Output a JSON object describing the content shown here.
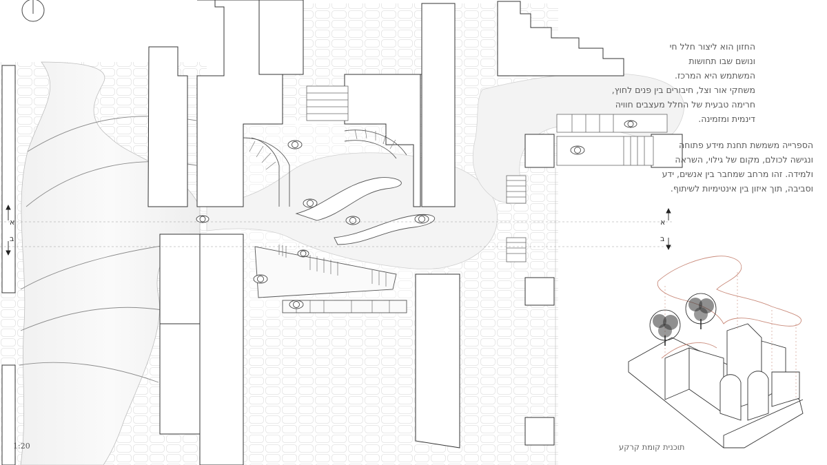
{
  "concept_text": [
    "החזון הוא ליצור חלל חי",
    "ונושם שבו תחושות",
    "המשתמש היא המרכז.",
    "משחקי אור וצל, חיבורים בין פנים לחוץ,",
    "חרימה טבעית של החלל מעצבים חוויה",
    "דינמית ומזמינה."
  ],
  "library_text": [
    "הספרייה משמשת תחנת מידע פתוחה",
    "ונגישה לכולם, מקום של גילוי, השראה",
    "ולמידה. זהו מרחב שמחבר בין אנשים, ידע",
    "וסביבה, תוך איזון בין אינטימיות לשיתוף."
  ],
  "scale_label": "1:20",
  "caption": "תוכנית קומת קרקע",
  "section_markers": {
    "left_top": "א",
    "left_bottom": "ב",
    "right_top": "א",
    "right_bottom": "ב"
  },
  "icons": {
    "north": "north-arrow-icon",
    "people": "person-topview-icon",
    "trees": "tree-icon"
  },
  "colors": {
    "lines": "#3a3a3a",
    "accent": "#c98a7a"
  }
}
